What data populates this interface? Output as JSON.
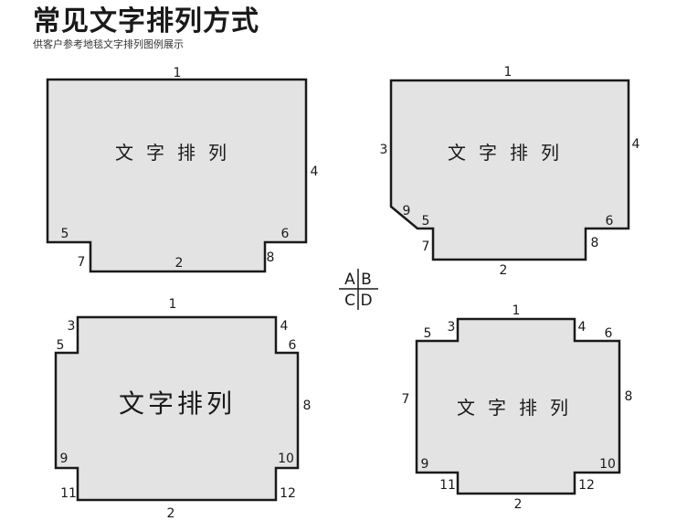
{
  "header": {
    "title": "常见文字排列方式",
    "subtitle": "供客户参考地毯文字排列图例展示"
  },
  "legend": {
    "top_left": "A",
    "top_right": "B",
    "bottom_left": "C",
    "bottom_right": "D"
  },
  "shapes": [
    {
      "id": "A",
      "text": "文字排列",
      "edge_labels": [
        "1",
        "4",
        "5",
        "6",
        "7",
        "2",
        "8"
      ]
    },
    {
      "id": "B",
      "text": "文字排列",
      "edge_labels": [
        "1",
        "3",
        "4",
        "9",
        "5",
        "6",
        "7",
        "8",
        "2"
      ]
    },
    {
      "id": "C",
      "text": "文字排列",
      "edge_labels": [
        "1",
        "3",
        "4",
        "5",
        "6",
        "8",
        "9",
        "10",
        "11",
        "12",
        "2"
      ]
    },
    {
      "id": "D",
      "text": "文字排列",
      "edge_labels": [
        "1",
        "3",
        "4",
        "5",
        "6",
        "7",
        "8",
        "9",
        "10",
        "11",
        "12",
        "2"
      ]
    }
  ],
  "colors": {
    "shape_fill": "#e3e3e3",
    "outline": "#1a1a1a",
    "background": "#ffffff"
  }
}
